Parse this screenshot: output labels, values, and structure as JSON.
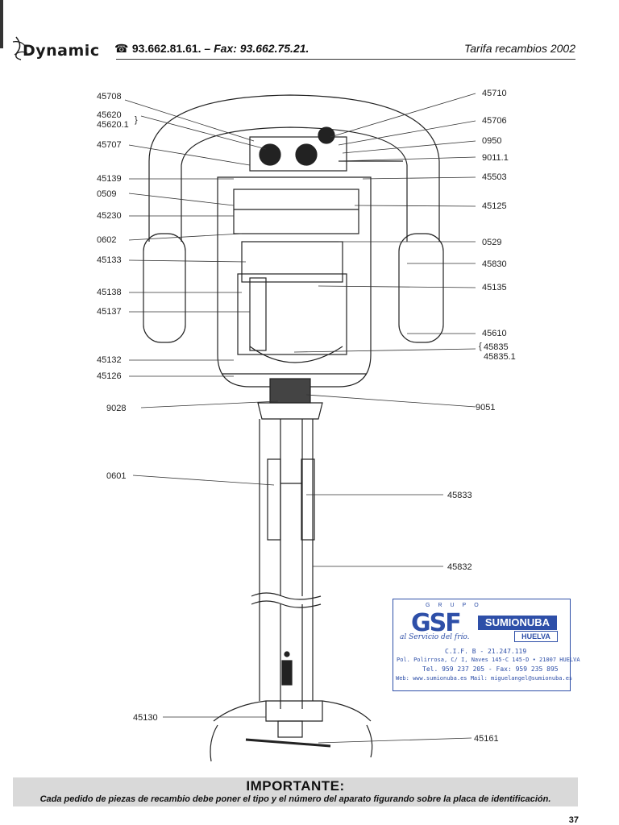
{
  "header": {
    "brand": "Dynamic",
    "phone_icon": "telephone-icon",
    "phone": "93.662.81.61.",
    "fax": "– Fax: 93.662.75.21.",
    "tarifa": "Tarifa recambios 2002"
  },
  "diagram": {
    "left_labels": [
      "45708",
      "45620",
      "45620.1",
      "45707",
      "45139",
      "0509",
      "45230",
      "0602",
      "45133",
      "45138",
      "45137",
      "45132",
      "45126",
      "9028",
      "0601",
      "45130"
    ],
    "right_labels": [
      "45710",
      "45706",
      "0950",
      "9011.1",
      "45503",
      "45125",
      "0529",
      "45830",
      "45135",
      "45610",
      "45835",
      "45835.1",
      "9051",
      "45833",
      "45832",
      "45161"
    ]
  },
  "stamp": {
    "grupo": "GRUPO",
    "logo": "GSF",
    "slogan": "al Servicio del frío.",
    "brand": "SUMIONUBA",
    "city": "HUELVA",
    "cif": "C.I.F. B - 21.247.119",
    "address": "Pol. Polirrosa, C/ I, Naves 145-C 145-D • 21007 HUELVA",
    "tel": "Tel. 959 237 205 - Fax: 959 235 895",
    "web": "Web: www.sumionuba.es   Mail: miguelangel@sumionuba.es"
  },
  "notice": {
    "title": "IMPORTANTE:",
    "body": "Cada pedido de piezas de recambio debe poner el tipo y el número del aparato figurando sobre la placa de identificación."
  },
  "page_number": "37"
}
